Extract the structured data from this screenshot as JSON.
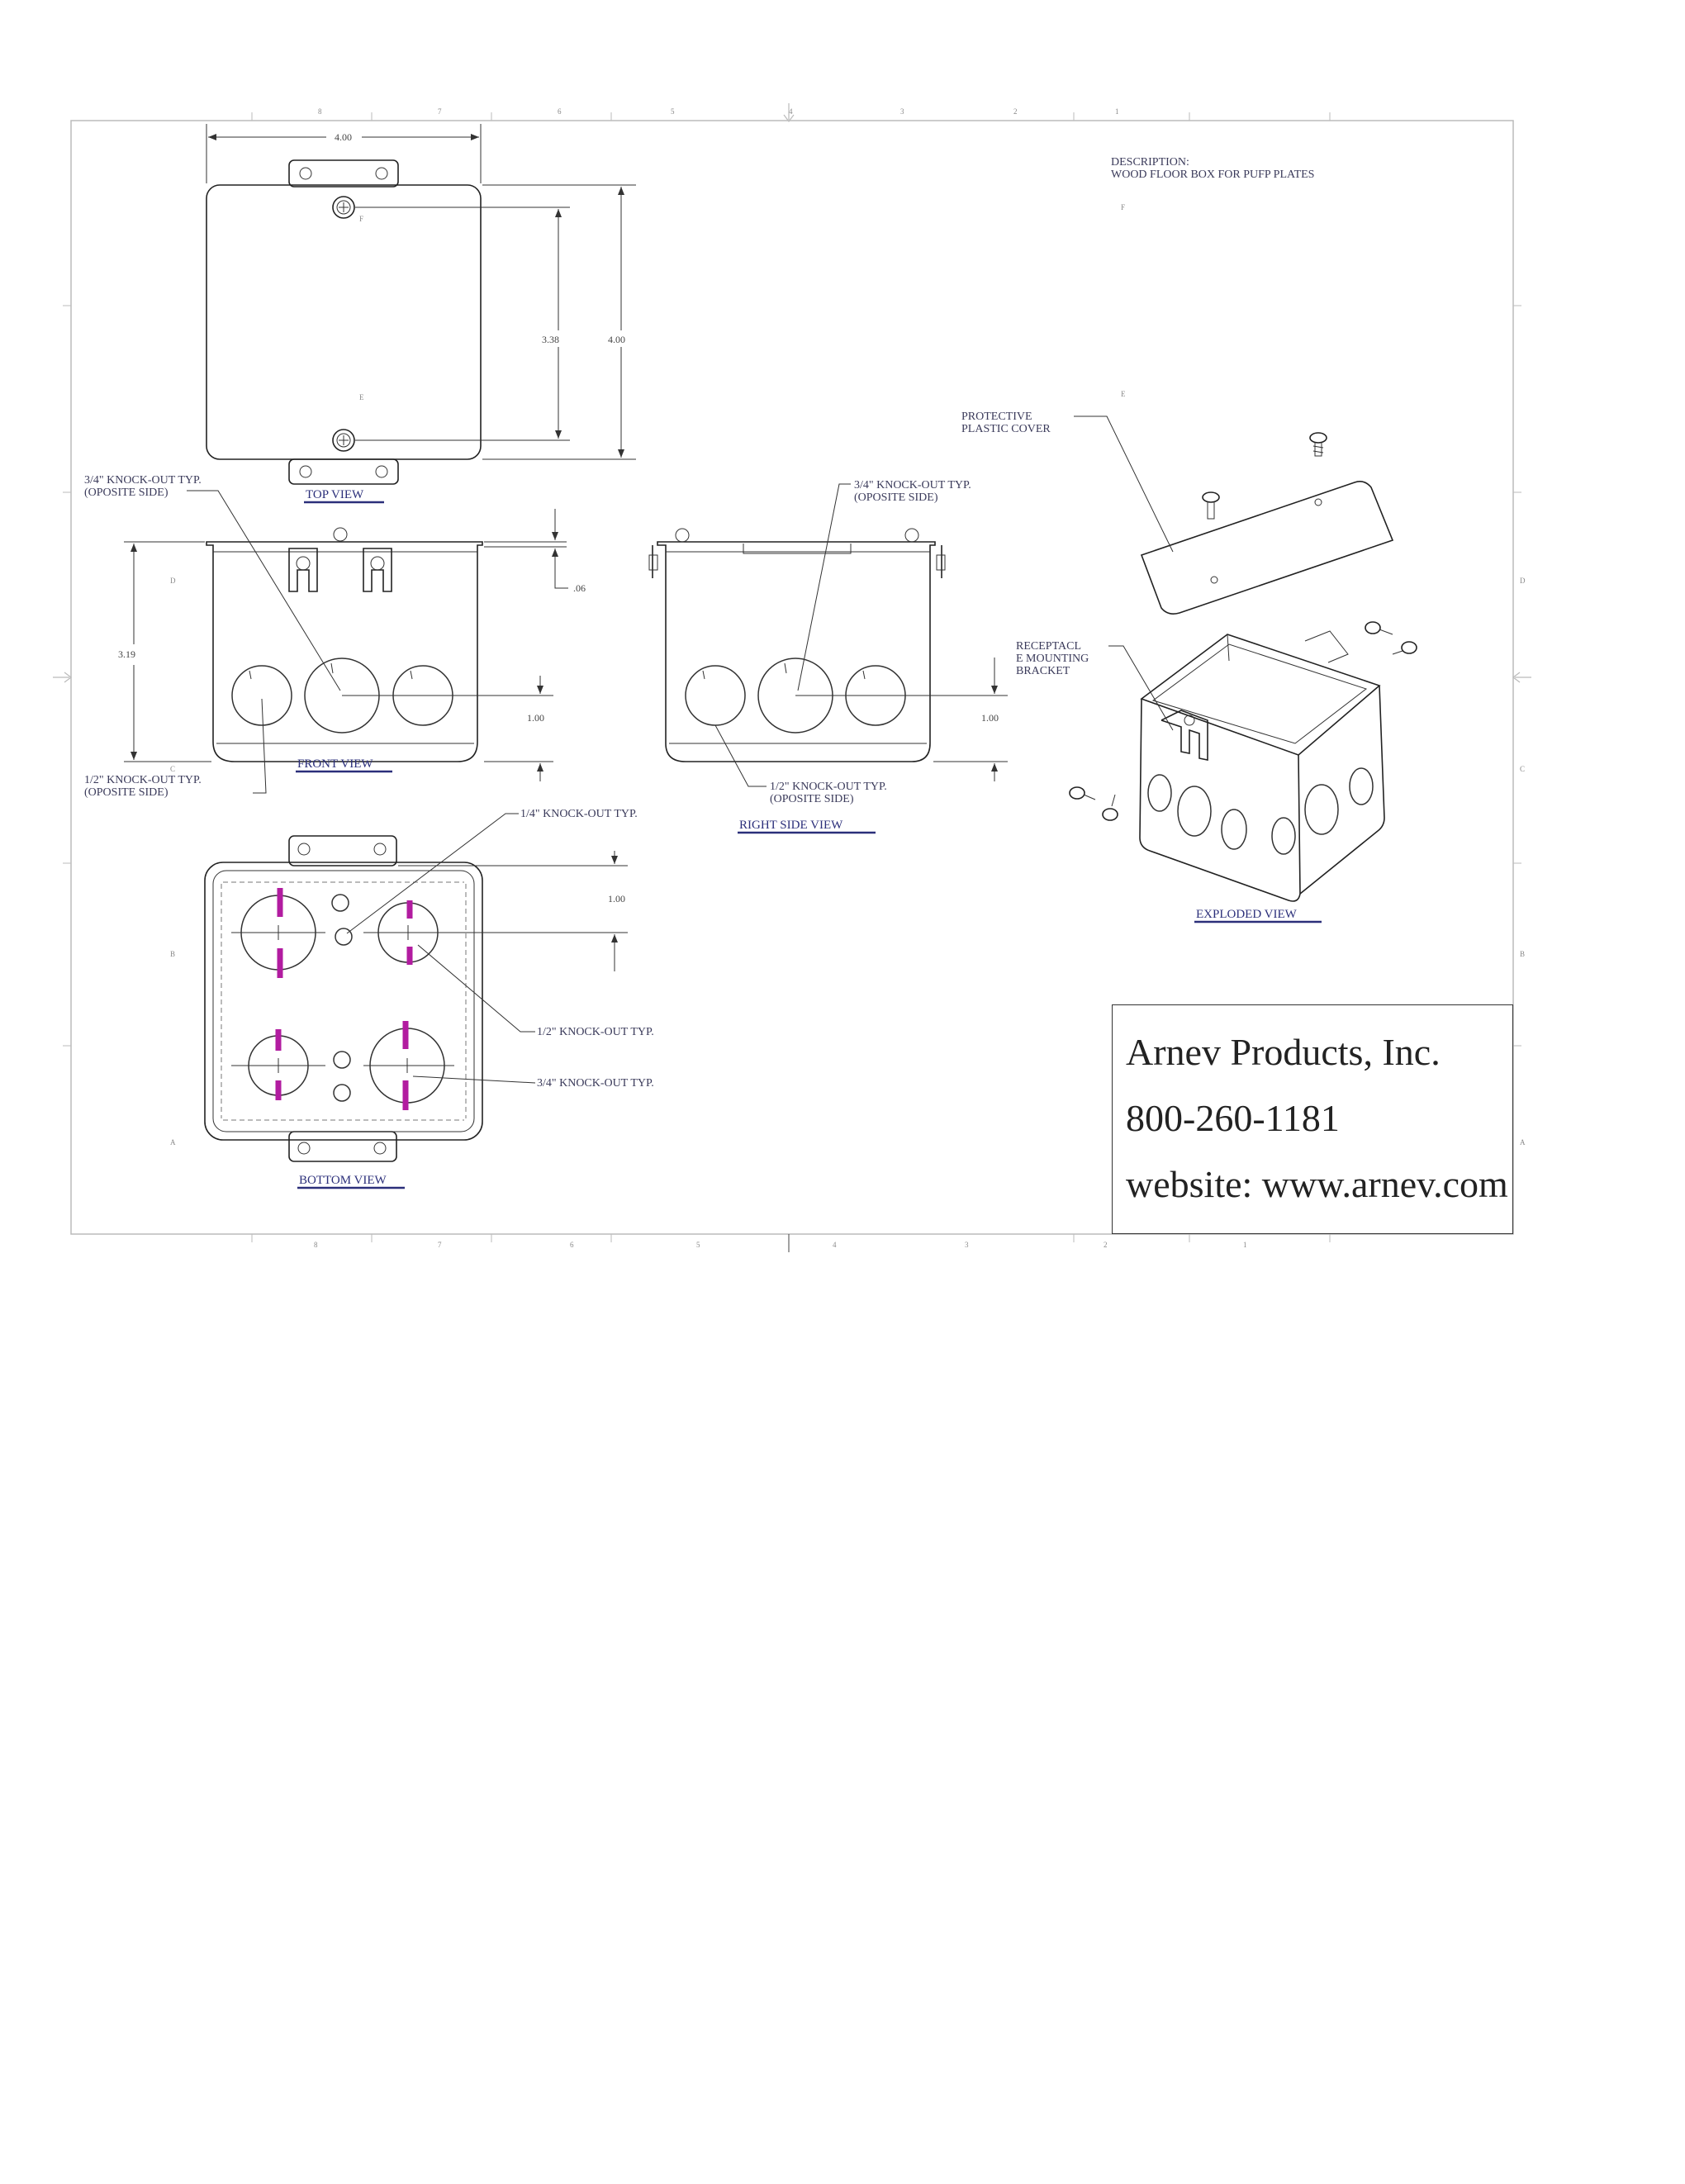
{
  "description": {
    "heading": "DESCRIPTION:",
    "text": "WOOD FLOOR BOX FOR PUFP PLATES"
  },
  "dimensions": {
    "top_width": "4.00",
    "top_height_inner": "3.38",
    "top_height_outer": "4.00",
    "front_height": "3.19",
    "front_flange": ".06",
    "front_ko_center": "1.00",
    "right_ko_center": "1.00",
    "bottom_ko_center": "1.00"
  },
  "callouts": {
    "front_34": [
      "3/4\" KNOCK-OUT TYP.",
      "(OPOSITE SIDE)"
    ],
    "front_12": [
      "1/2\" KNOCK-OUT TYP.",
      "(OPOSITE SIDE)"
    ],
    "right_34": [
      "3/4\" KNOCK-OUT TYP.",
      "(OPOSITE SIDE)"
    ],
    "right_12": [
      "1/2\" KNOCK-OUT TYP.",
      "(OPOSITE SIDE)"
    ],
    "bottom_14": "1/4\" KNOCK-OUT TYP.",
    "bottom_12": "1/2\" KNOCK-OUT TYP.",
    "bottom_34": "3/4\" KNOCK-OUT TYP.",
    "cover": [
      "PROTECTIVE",
      "PLASTIC COVER"
    ],
    "bracket": [
      "RECEPTACL",
      "E MOUNTING",
      "BRACKET"
    ]
  },
  "views": {
    "top": "TOP VIEW",
    "front": "FRONT VIEW",
    "right": "RIGHT SIDE VIEW",
    "bottom": "BOTTOM VIEW",
    "exploded": "EXPLODED VIEW"
  },
  "zones": {
    "top_cols": [
      "8",
      "7",
      "6",
      "5",
      "4",
      "3",
      "2",
      "1"
    ],
    "bottom_cols": [
      "8",
      "7",
      "6",
      "5",
      "4",
      "3",
      "2",
      "1"
    ],
    "rows_left": [
      "D",
      "C",
      "B",
      "A"
    ],
    "rows_right": [
      "D",
      "C",
      "B",
      "A"
    ]
  },
  "marks": {
    "f1": "F",
    "f2": "E",
    "f3": "F",
    "f4": "E"
  },
  "title_block": {
    "company": "Arnev Products, Inc.",
    "phone": "800-260-1181",
    "website": "website: www.arnev.com"
  },
  "colors": {
    "knockout_marker": "#b21ca0",
    "view_label": "#2b2f7a"
  }
}
